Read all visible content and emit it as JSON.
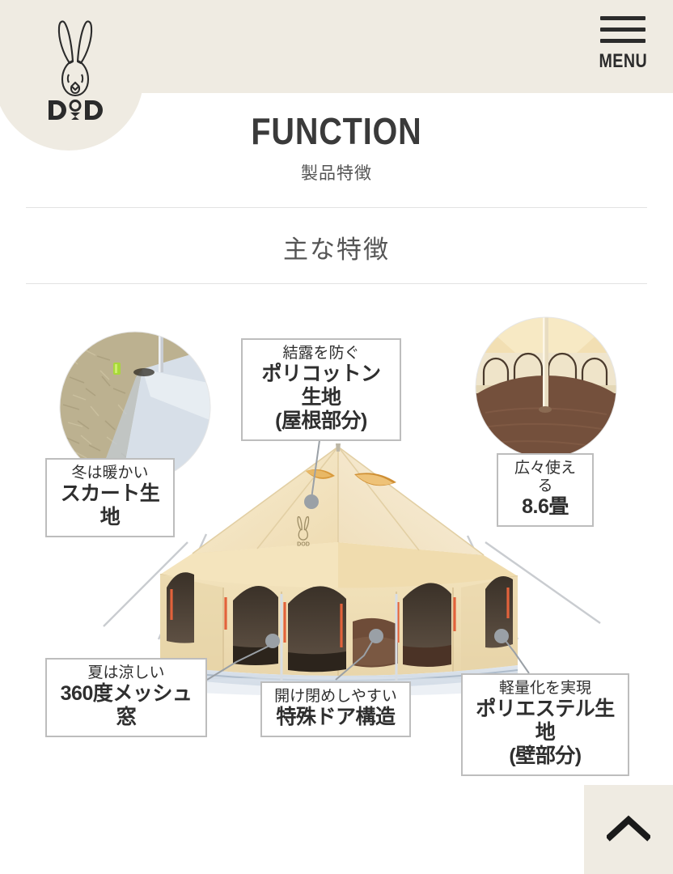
{
  "page": {
    "background_color": "#ffffff",
    "beige_color": "#efebe2",
    "tent_canvas_color": "#f3e3bd"
  },
  "header": {
    "logo_name": "dod-rabbit-logo",
    "logo_wordmark": "DOD",
    "menu_label": "MENU",
    "menu_icon": "hamburger-icon"
  },
  "titles": {
    "main": "FUNCTION",
    "sub": "製品特徴",
    "section": "主な特徴"
  },
  "photos": [
    {
      "name": "skirt-photo",
      "alt": "テントのスカート部分と地面のペグ"
    },
    {
      "name": "interior-photo",
      "alt": "テント内部の床と壁のアーチ窓"
    }
  ],
  "product": {
    "name": "bell-tent-illustration",
    "alt": "ベル型テント本体"
  },
  "callouts": [
    {
      "id": "polycotton",
      "lead": "結露を防ぐ",
      "strong": "ポリコットン生地",
      "strong2": "(屋根部分)"
    },
    {
      "id": "skirt",
      "lead": "冬は暖かい",
      "strong": "スカート生地",
      "strong2": ""
    },
    {
      "id": "tatami",
      "lead": "広々使える",
      "strong": "8.6畳",
      "strong2": ""
    },
    {
      "id": "mesh",
      "lead": "夏は涼しい",
      "strong": "360度メッシュ窓",
      "strong2": ""
    },
    {
      "id": "door",
      "lead": "開け閉めしやすい",
      "strong": "特殊ドア構造",
      "strong2": ""
    },
    {
      "id": "polyester",
      "lead": "軽量化を実現",
      "strong": "ポリエステル生地",
      "strong2": "(壁部分)"
    }
  ],
  "scroll_top": {
    "icon": "chevron-up-icon",
    "label": ""
  }
}
